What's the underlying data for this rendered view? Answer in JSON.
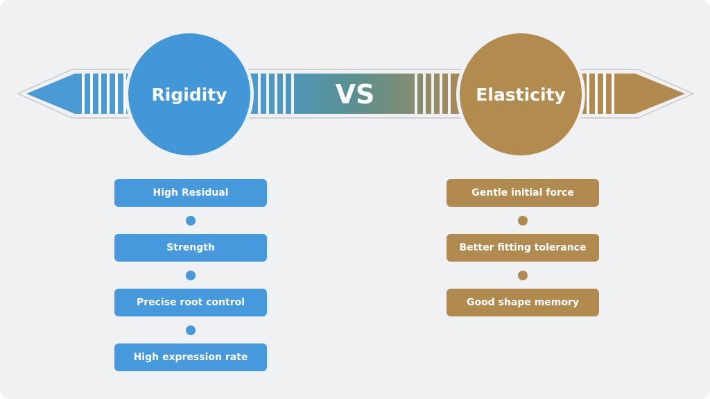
{
  "left": {
    "title": "Rigidity",
    "color": "#4297d8",
    "items": [
      "High Residual",
      "Strength",
      "Precise root control",
      "High expression rate"
    ]
  },
  "right": {
    "title": "Elasticity",
    "color": "#b28b4f",
    "items": [
      "Gentle initial force",
      "Better fitting tolerance",
      "Good shape memory"
    ]
  },
  "center_label": "VS"
}
